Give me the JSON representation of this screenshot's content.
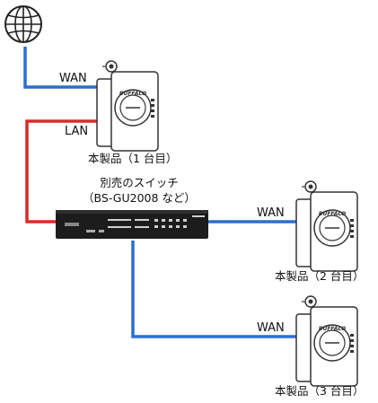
{
  "colors": {
    "wan_line": "#2a6fd1",
    "lan_line": "#d92b2b",
    "outline": "#333333",
    "switch_body": "#1c1c1c"
  },
  "internet": {
    "icon": "globe-icon"
  },
  "links": {
    "wan_top": "WAN",
    "lan_top": "LAN",
    "wan_right_1": "WAN",
    "wan_right_2": "WAN"
  },
  "devices": {
    "product_1": {
      "caption": "本製品（1 台目）",
      "logo": "BUFFALO"
    },
    "product_2": {
      "caption": "本製品（2 台目）",
      "logo": "BUFFALO"
    },
    "product_3": {
      "caption": "本製品（3 台目）",
      "logo": "BUFFALO"
    }
  },
  "switch": {
    "caption_line1": "別売のスイッチ",
    "caption_line2": "（BS-GU2008 など）",
    "icon": "network-switch-icon"
  }
}
